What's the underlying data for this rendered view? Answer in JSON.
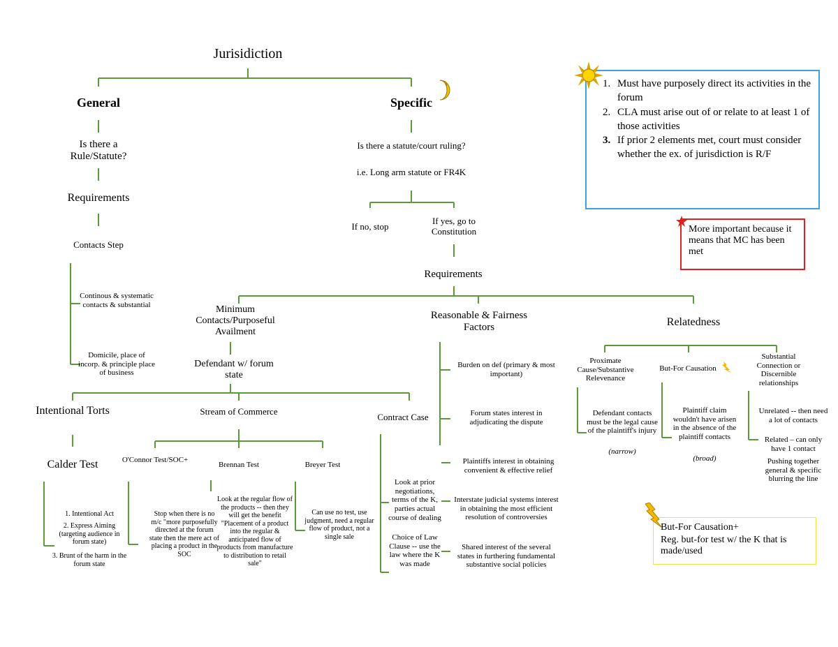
{
  "title": "Jurisidiction",
  "general": {
    "heading": "General",
    "question": "Is there a Rule/Statute?",
    "requirements": "Requirements",
    "contacts_step": "Contacts Step",
    "continuous": "Continous & systematic contacts & substantial",
    "domicile": "Domicile, place of incorp. & principle place of business"
  },
  "specific": {
    "heading": "Specific",
    "question": "Is there a statute/court ruling?",
    "example": "i.e. Long arm statute or FR4K",
    "if_no": "If no, stop",
    "if_yes": "If yes, go to Constitution",
    "requirements": "Requirements"
  },
  "min_contacts": {
    "heading": "Minimum Contacts/Purposeful Availment",
    "defendant": "Defendant w/ forum state",
    "intentional_torts": "Intentional Torts",
    "calder_test": "Calder Test",
    "calder_items": [
      "1. Intentional Act",
      "2. Express Aiming (targeting audience in forum state)",
      "3. Brunt of the harm in the forum state"
    ],
    "stream_of_commerce": "Stream of Commerce",
    "oconnor": "O'Connor Test/SOC+",
    "oconnor_desc": "Stop when there is no m/c \"more purposefully directed at the forum state then the mere act of placing a product in the SOC",
    "brennan": "Brennan Test",
    "brennan_desc": "Look at the regular flow of the products -- then they will get the benefit \"Placement of a product into the regular & anticipated flow of products from manufacture to distribution to retail sale\"",
    "breyer": "Breyer Test",
    "breyer_desc": "Can use no test, use judgment, need a regular flow of product, not a single sale",
    "contract_case": "Contract Case",
    "contract_prior": "Look at prior negotiations, terms of the K, parties actual course of dealing",
    "contract_choice": "Choice of Law Clause -- use the law where the K was made"
  },
  "reasonable": {
    "heading": "Reasonable & Fairness Factors",
    "factors": [
      "Burden on def (primary & most important)",
      "Forum states interest in adjudicating the dispute",
      "Plaintiffs interest in obtaining convenient & effective relief",
      "Interstate judicial systems interest in obtaining the most efficient resolution of controversies",
      "Shared interest of the several states in furthering fundamental substantive social policies"
    ]
  },
  "relatedness": {
    "heading": "Relatedness",
    "proximate": "Proximate Cause/Substantive Relevenance",
    "proximate_desc": "Defendant contacts must be the legal cause of the plaintiff's injury",
    "proximate_note": "(narrow)",
    "but_for": "But-For Causation",
    "but_for_desc": "Plaintiff claim wouldn't have arisen in the absence of the plaintiff contacts",
    "but_for_note": "(broad)",
    "substantial": "Substantial Connection or Discernible relationships",
    "unrelated": "Unrelated -- then need a lot of contacts",
    "related": "Related – can only have 1 contact",
    "pushing": "Pushing together general & specific blurring the line"
  },
  "blue_box": {
    "items": [
      "Must have purposely direct its activities in the forum",
      "CLA must arise out of or relate to at least 1 of those activities",
      "If prior 2 elements met, court must consider whether the ex. of jurisdiction is R/F"
    ],
    "border_color": "#3fa2dc"
  },
  "red_box": {
    "text": "More important because it means that MC has been met",
    "border_color": "#e02020"
  },
  "yellow_box": {
    "line1": "But-For Causation+",
    "line2": "Reg. but-for test w/ the K that is made/used",
    "border_color": "#f0e040"
  },
  "icons": [
    "sun-icon",
    "moon-icon",
    "red-star-icon",
    "lightning-icon",
    "small-lightning-icon"
  ],
  "colors": {
    "connector": "#5a9a3a"
  }
}
